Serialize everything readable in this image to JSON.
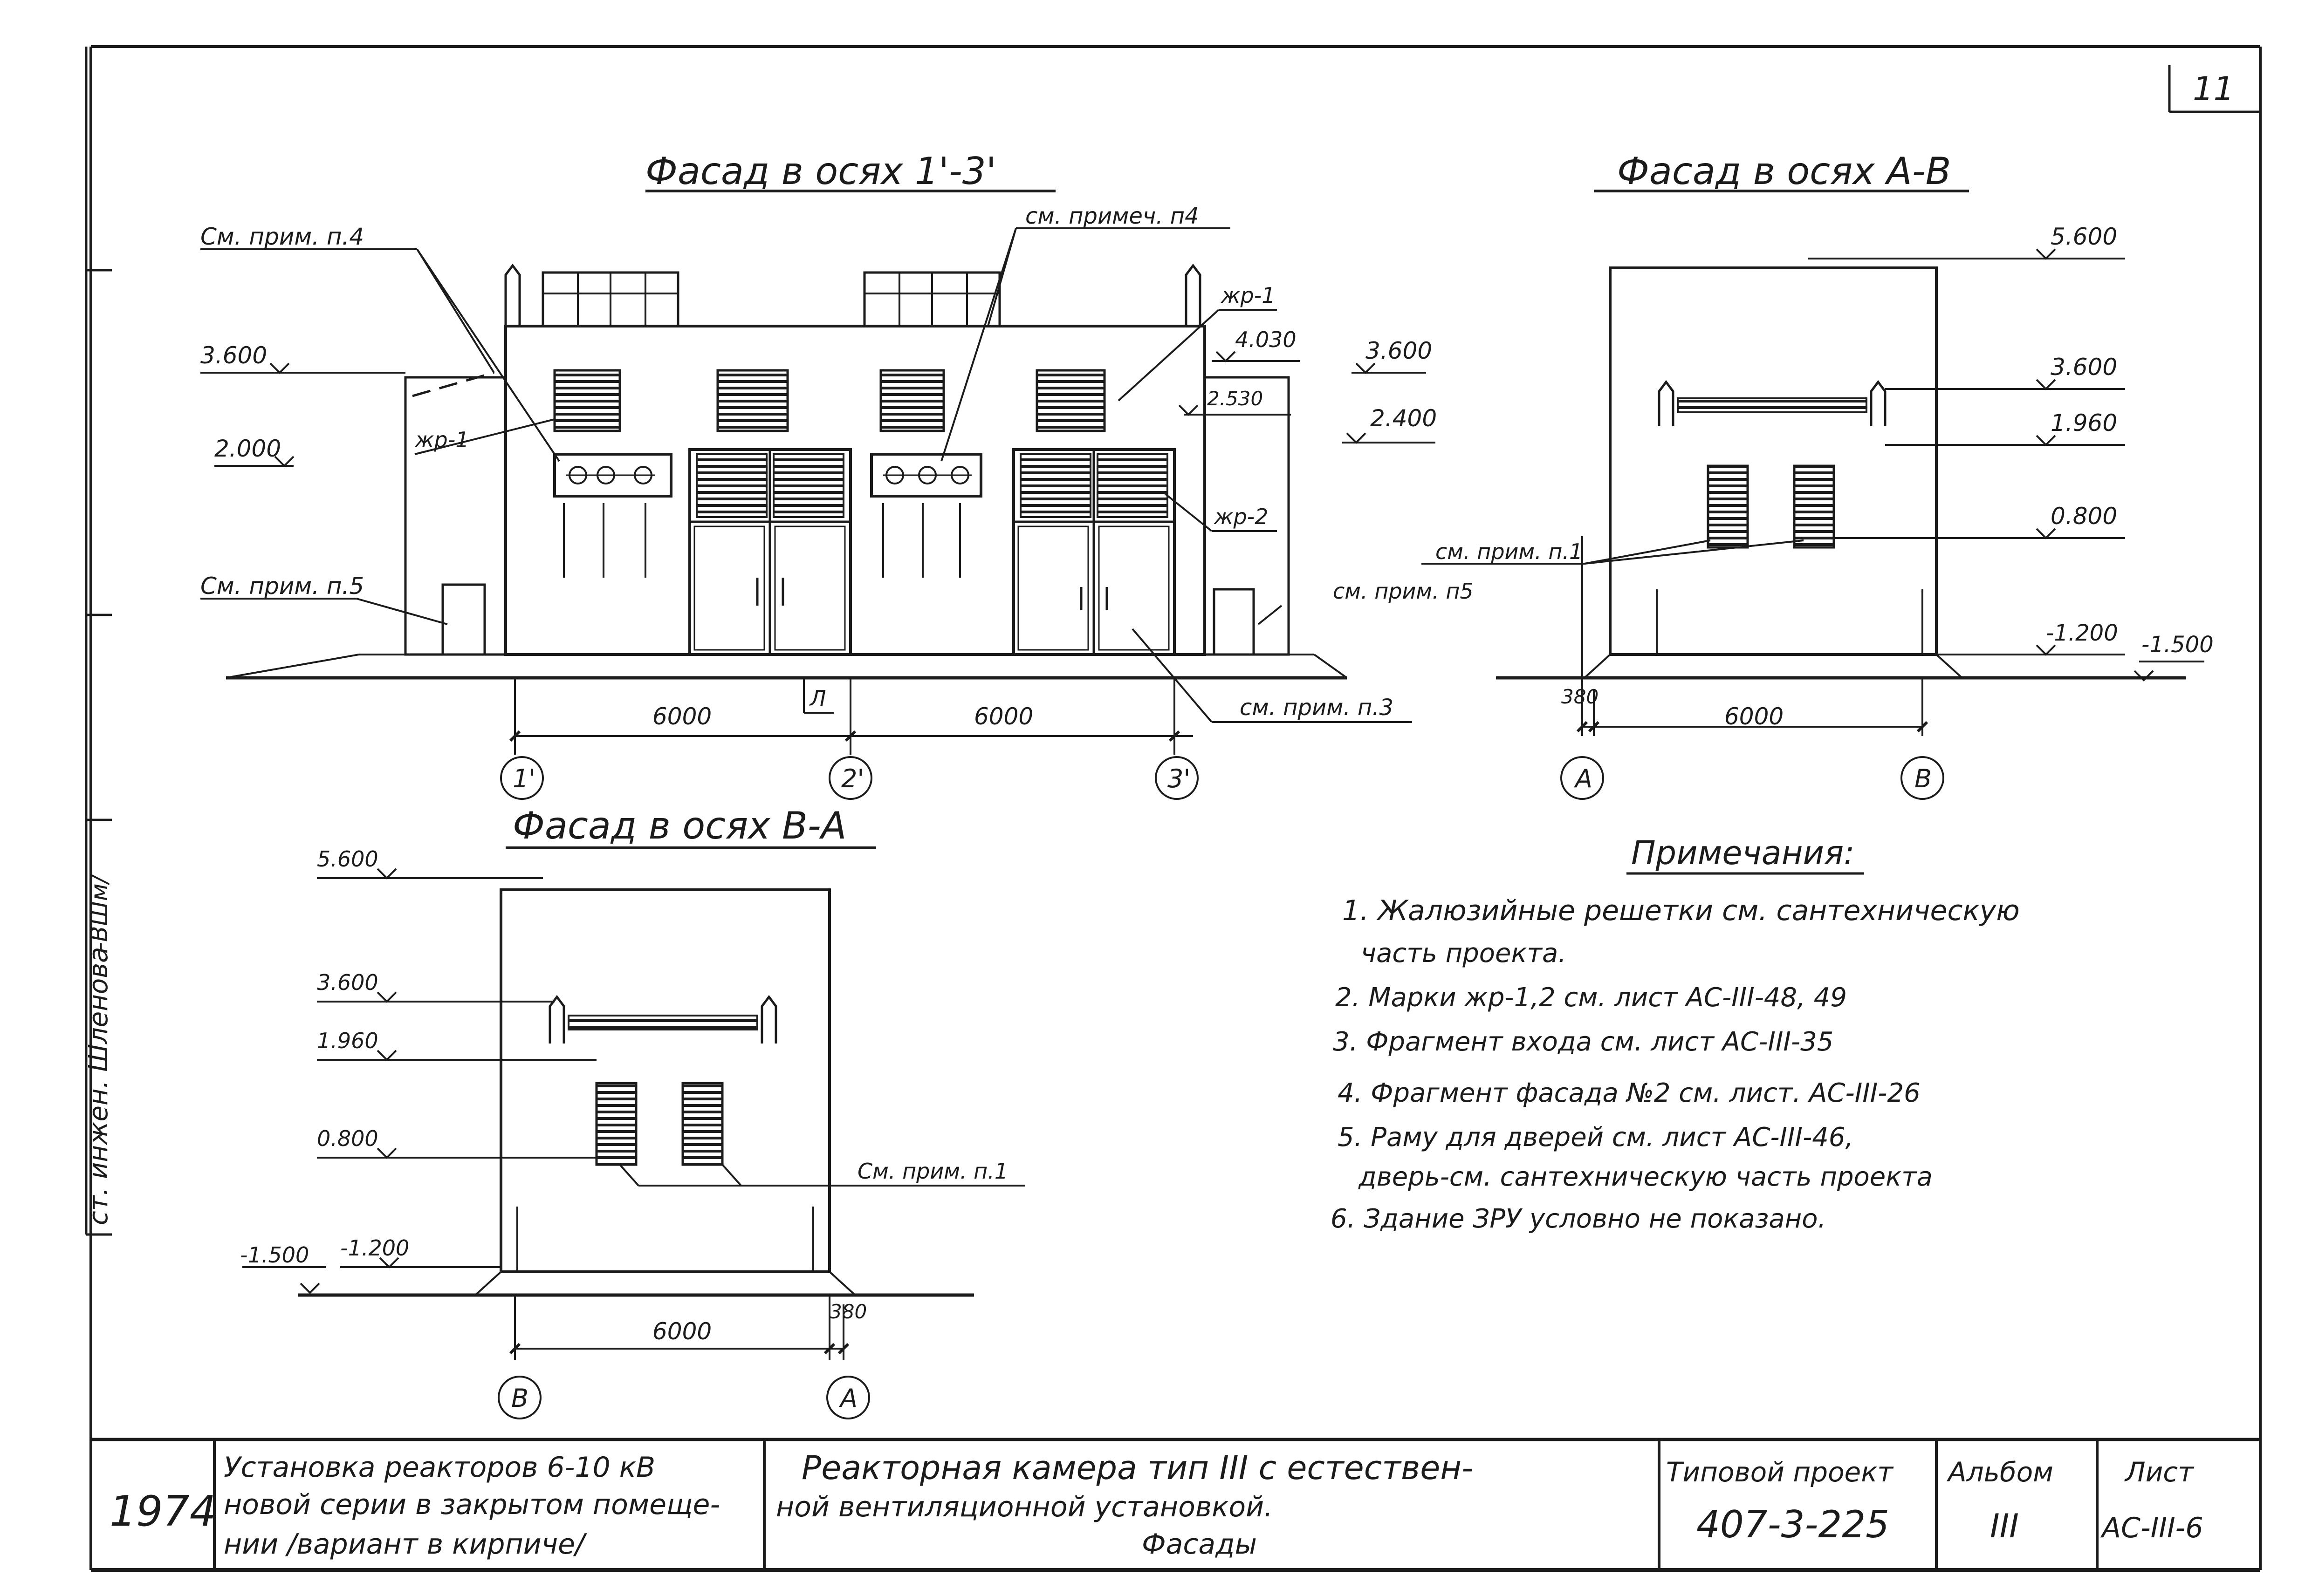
{
  "sheet_corner_number": "11",
  "side_stamp": "ст. инжен. Шленова",
  "side_signature": "-ВШм/",
  "facade_1": {
    "title": "Фасад в осях 1'-3'",
    "callout_note4": "См. прим. п.4",
    "callout_note4b": "см. примеч. п4",
    "callout_zhr1_left": "жр-1",
    "callout_zhr1_right": "жр-1",
    "callout_zhr2": "жр-2",
    "callout_note5_left": "См. прим. п.5",
    "callout_note5_right": "см. прим. п5",
    "callout_note3": "см. прим. п.3",
    "callout_l": "Л",
    "level_3600_left": "3.600",
    "level_2000": "2.000",
    "level_4030": "4.030",
    "level_3600_right": "3.600",
    "level_2530": "2.530",
    "level_2400": "2.400",
    "dim_1": "6000",
    "dim_2": "6000",
    "axis_1": "1'",
    "axis_2": "2'",
    "axis_3": "3'"
  },
  "facade_2": {
    "title": "Фасад в осях А-В",
    "level_5600": "5.600",
    "level_3600": "3.600",
    "level_1960": "1.960",
    "level_0800": "0.800",
    "level_m1200": "-1.200",
    "level_m1500": "-1.500",
    "callout_note1": "см. прим. п.1",
    "dim_380": "380",
    "dim_6000": "6000",
    "axis_a": "А",
    "axis_b": "В"
  },
  "facade_3": {
    "title": "Фасад в осях В-А",
    "level_5600": "5.600",
    "level_3600": "3.600",
    "level_1960": "1.960",
    "level_0800": "0.800",
    "level_m1200": "-1.200",
    "level_m1500": "-1.500",
    "callout_note1": "См. прим. п.1",
    "dim_380": "380",
    "dim_6000": "6000",
    "axis_b": "В",
    "axis_a": "А"
  },
  "notes": {
    "title": "Примечания:",
    "lines": [
      "1. Жалюзийные решетки см. сантехническую",
      "часть проекта.",
      "2. Марки жр-1,2 см. лист АС-III-48, 49",
      "3. Фрагмент входа см. лист АС-III-35",
      "4. Фрагмент фасада №2 см. лист. АС-III-26",
      "5. Раму для дверей см. лист АС-III-46,",
      "дверь-см. сантехническую часть проекта",
      "6. Здание ЗРУ условно не показано."
    ]
  },
  "title_block": {
    "year": "1974",
    "project_lines": [
      "Установка реакторов 6-10 кВ",
      "новой серии в закрытом помеще-",
      "нии /вариант в кирпиче/"
    ],
    "drawing_lines": [
      "Реакторная камера тип III с естествен-",
      "ной вентиляционной установкой.",
      "Фасады"
    ],
    "typical_project_label": "Типовой проект",
    "typical_project_number": "407-3-225",
    "album_label": "Альбом",
    "album_number": "III",
    "sheet_label": "Лист",
    "sheet_number": "АС-III-6"
  }
}
